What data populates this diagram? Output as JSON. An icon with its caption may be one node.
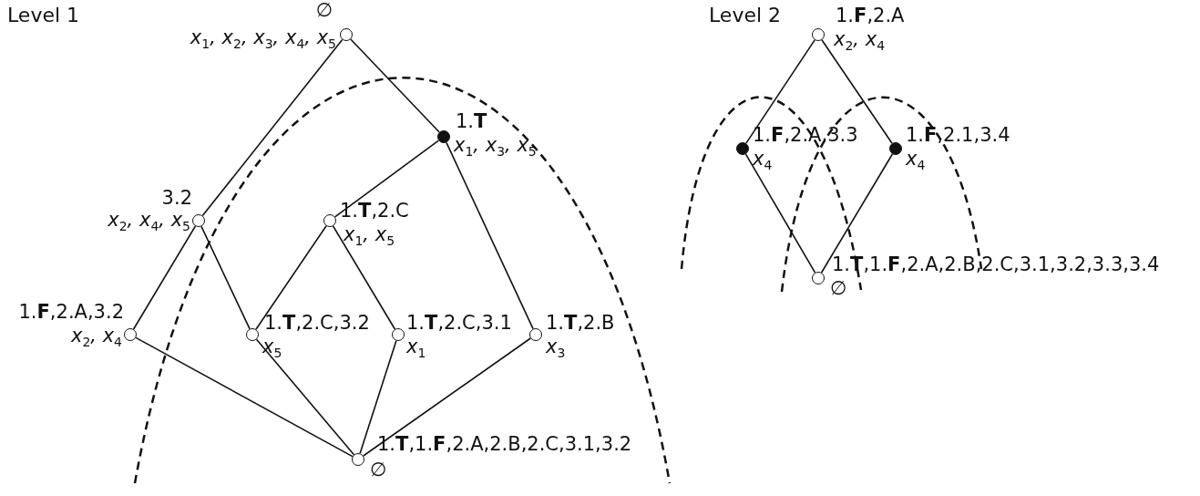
{
  "diagram": {
    "nodes": [
      {
        "text": [
          "∅",
          "x$_{1}$, x$_{2}$, x$_{3}$, x$_{4}$, x$_{5}$"
        ]
      },
      {
        "text": [
          "1.**T**",
          "x$_{1}$, x$_{3}$, x$_{5}$"
        ]
      },
      {
        "text": [
          "3.2",
          "x$_{2}$, x$_{4}$, x$_{5}$"
        ]
      },
      {
        "text": [
          "1.**T**,2.C",
          "x$_{1}$, x$_{5}$"
        ]
      },
      {
        "text": [
          "1.**F**,2.A,3.2",
          "x$_{2}$, x$_{4}$"
        ]
      },
      {
        "text": [
          "1.**T**,2.C,3.2",
          "x$_{5}$"
        ]
      },
      {
        "text": [
          "1.**T**,2.C,3.1",
          "x$_{1}$"
        ]
      },
      {
        "text": [
          "1.**T**,2.B",
          "x$_{3}$"
        ]
      },
      {
        "text": [
          "1.**T**,1.**F**,2.A,2.B,2.C,3.1,3.2",
          "∅"
        ]
      },
      {
        "text": [
          "1.**F**,2.A",
          "x$_{2}$, x$_{4}$"
        ]
      },
      {
        "text": [
          "1.**F**,2.A,3.3",
          "x$_{4}$"
        ]
      },
      {
        "text": [
          "1.**F**,2.1,3.4",
          "x$_{4}$"
        ]
      },
      {
        "text": [
          "1.**T**,1.**F**,2.A,2.B,2.C,3.1,3.2,3.3,3.4",
          "∅"
        ]
      }
    ],
    "edges": [
      {
        "from": 0,
        "to": 2,
        "arrow": "none"
      },
      {
        "from": 0,
        "to": 1,
        "arrow": "none"
      },
      {
        "from": 1,
        "to": 3,
        "arrow": "none"
      },
      {
        "from": 1,
        "to": 7,
        "arrow": "none"
      },
      {
        "from": 2,
        "to": 4,
        "arrow": "none"
      },
      {
        "from": 2,
        "to": 5,
        "arrow": "none"
      },
      {
        "from": 3,
        "to": 5,
        "arrow": "none"
      },
      {
        "from": 3,
        "to": 6,
        "arrow": "none"
      },
      {
        "from": 4,
        "to": 8,
        "arrow": "none"
      },
      {
        "from": 5,
        "to": 8,
        "arrow": "none"
      },
      {
        "from": 6,
        "to": 8,
        "arrow": "none"
      },
      {
        "from": 7,
        "to": 8,
        "arrow": "none"
      },
      {
        "from": 9,
        "to": 10,
        "arrow": "none"
      },
      {
        "from": 9,
        "to": 11,
        "arrow": "none"
      },
      {
        "from": 10,
        "to": 12,
        "arrow": "none"
      },
      {
        "from": 11,
        "to": 12,
        "arrow": "none"
      }
    ],
    "labels": [
      "Level 1",
      "Level 2"
    ]
  }
}
